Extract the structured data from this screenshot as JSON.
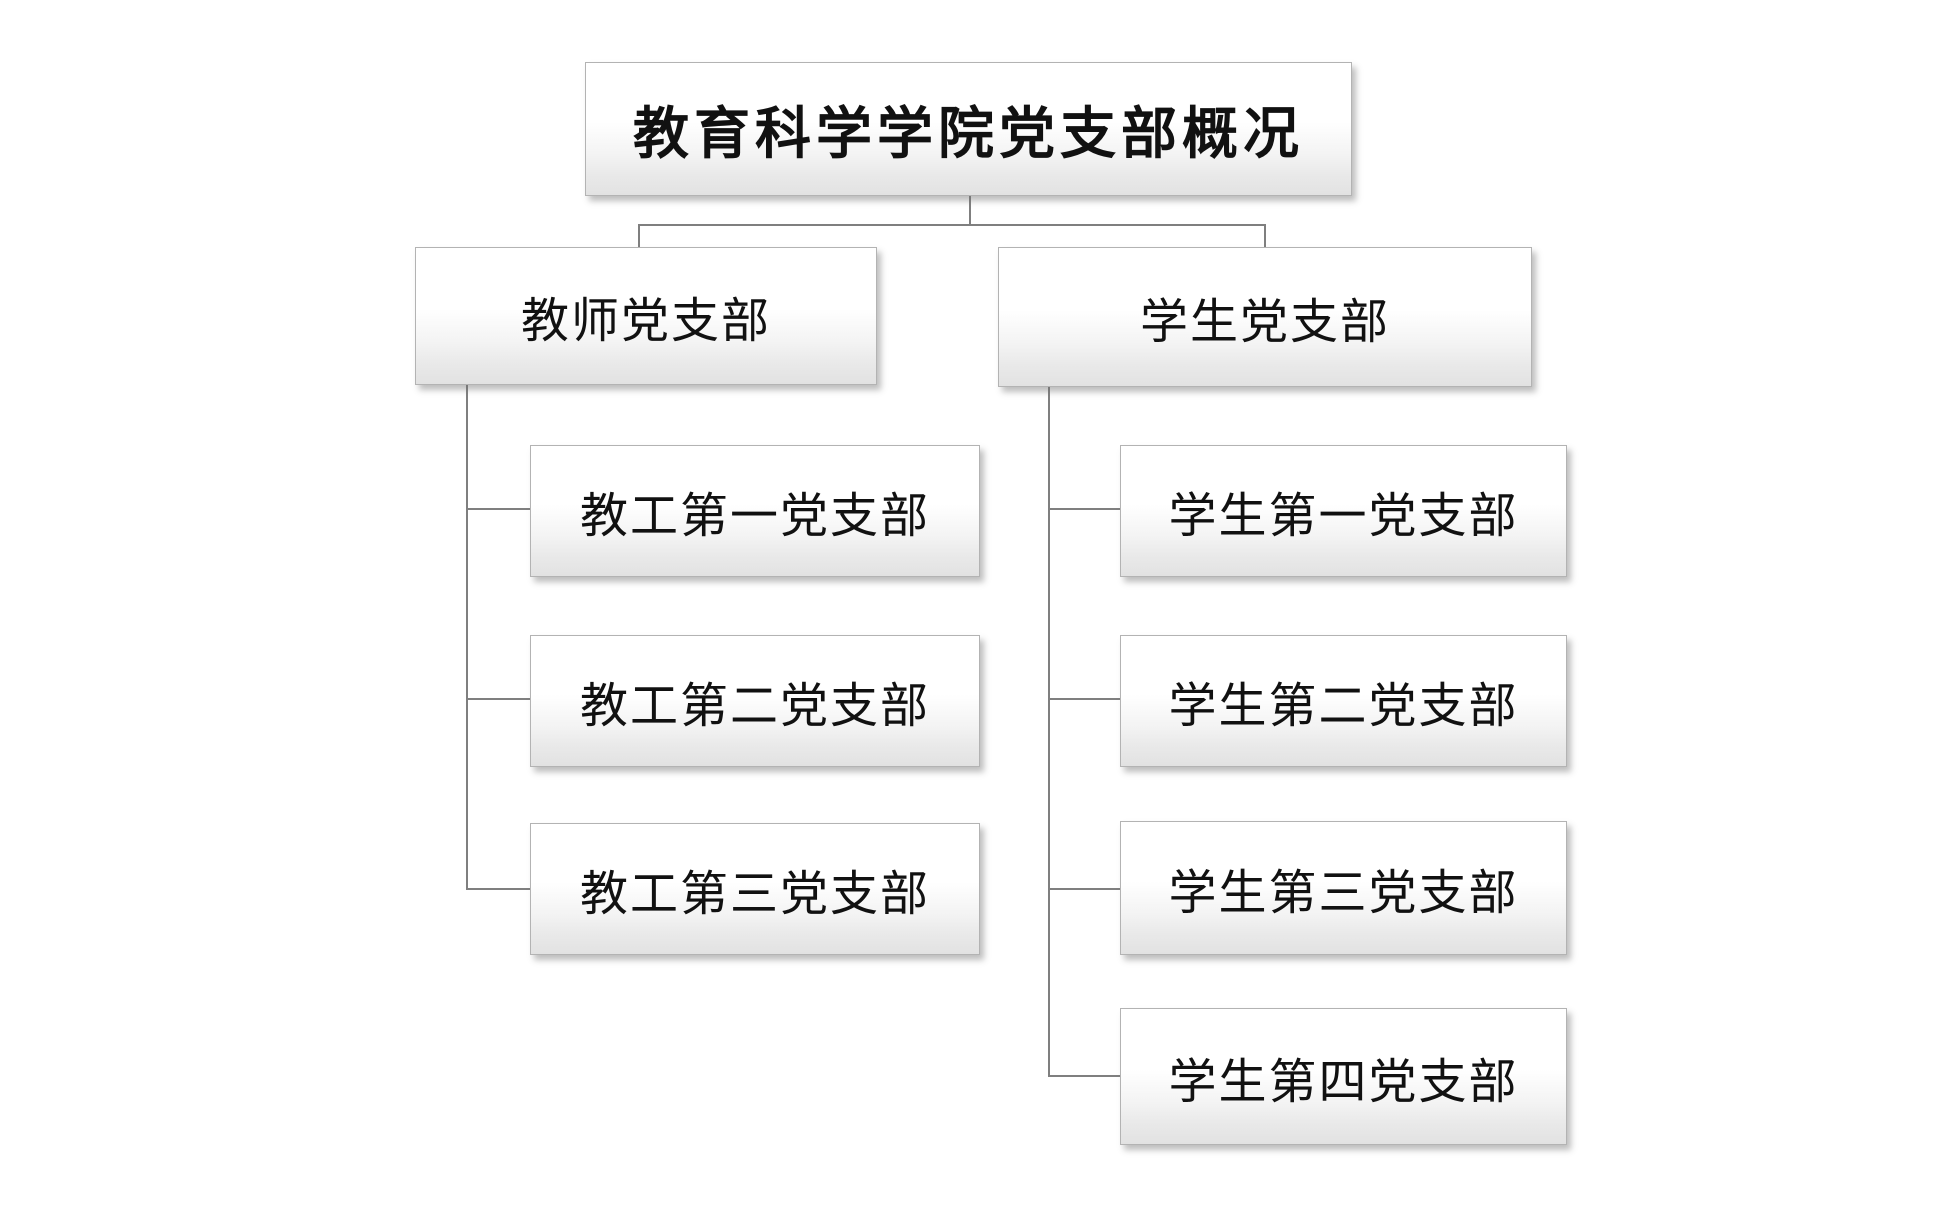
{
  "diagram": {
    "title": "教育科学学院党支部概况",
    "branches": [
      {
        "label": "教师党支部",
        "children": [
          "教工第一党支部",
          "教工第二党支部",
          "教工第三党支部"
        ]
      },
      {
        "label": "学生党支部",
        "children": [
          "学生第一党支部",
          "学生第二党支部",
          "学生第三党支部",
          "学生第四党支部"
        ]
      }
    ]
  },
  "colors": {
    "background": "#ffffff",
    "box_border": "#b3b3b3",
    "box_gradient_top": "#ffffff",
    "box_gradient_bottom": "#e2e2e2",
    "connector_line": "#7f7f7f",
    "text": "#111111"
  }
}
